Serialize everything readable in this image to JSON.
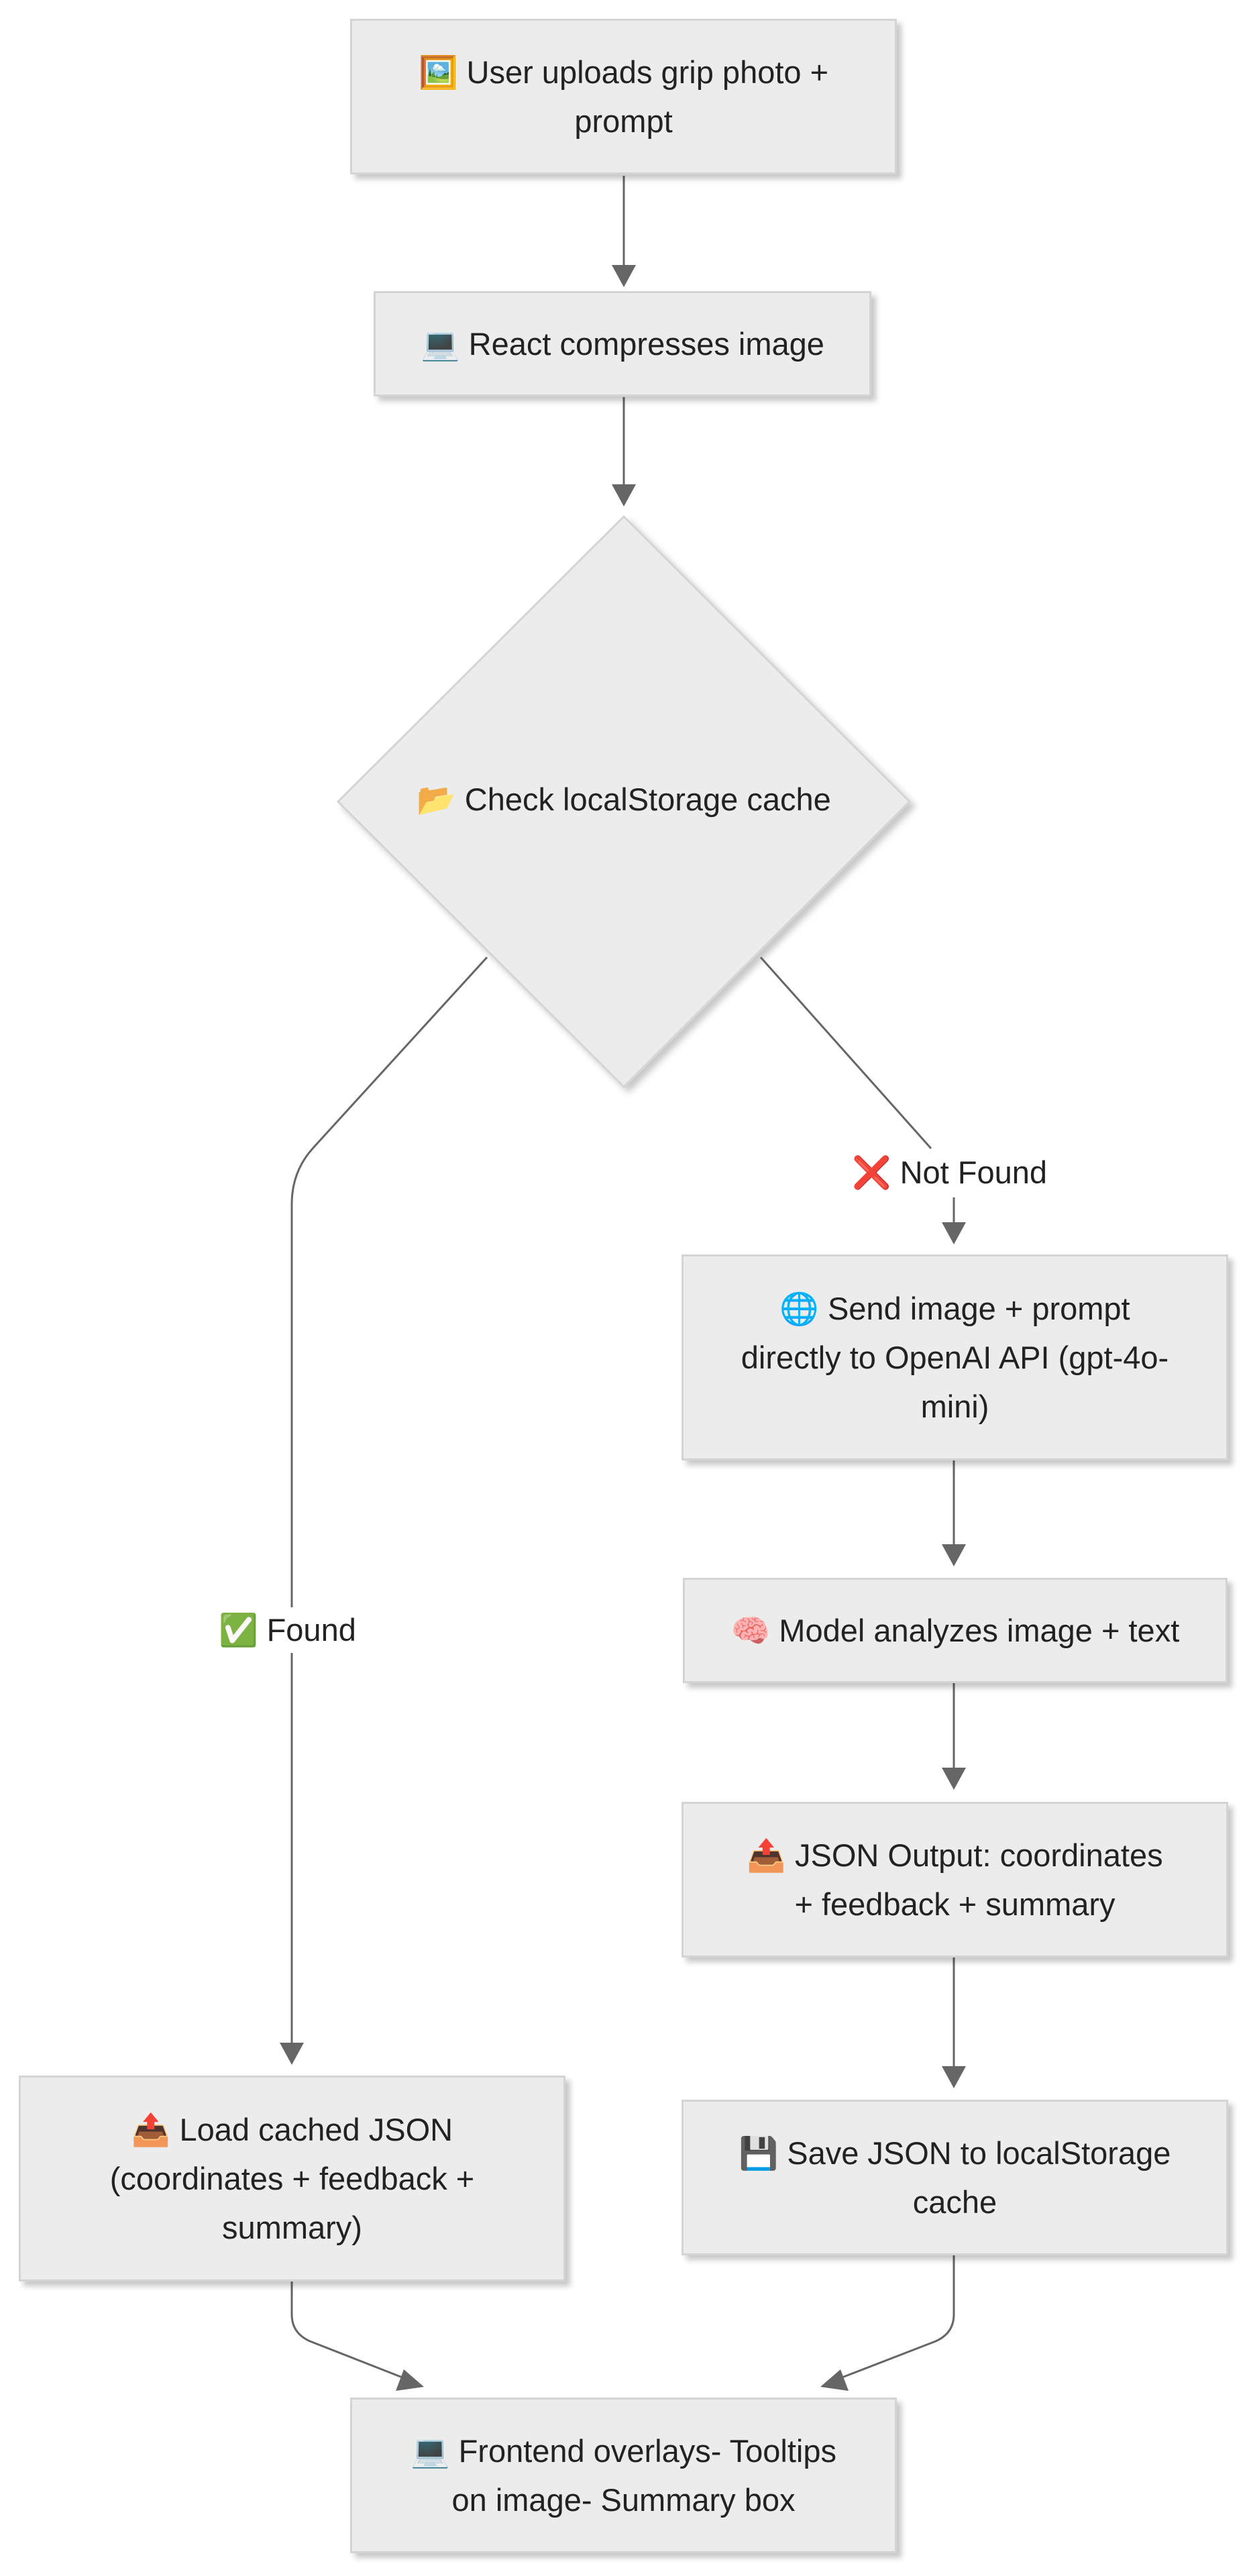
{
  "colors": {
    "node_fill": "#ececec",
    "node_border": "#d4d4d4",
    "edge": "#666666",
    "text": "#222222"
  },
  "nodes": {
    "upload": {
      "icon": "framed-picture-icon",
      "text": "🖼️ User uploads grip photo +\nprompt"
    },
    "compress": {
      "icon": "laptop-icon",
      "text": "💻 React compresses image"
    },
    "cache_check": {
      "icon": "open-folder-icon",
      "text": "📂 Check localStorage cache"
    },
    "send_api": {
      "icon": "globe-icon",
      "text": "🌐 Send image + prompt\ndirectly to OpenAI API (gpt-4o-\nmini)"
    },
    "analyze": {
      "icon": "brain-icon",
      "text": "🧠 Model analyzes image + text"
    },
    "json_output": {
      "icon": "outbox-tray-icon",
      "text": "📤 JSON Output: coordinates\n+ feedback + summary"
    },
    "load_cached": {
      "icon": "outbox-tray-icon",
      "text": "📤 Load cached JSON\n(coordinates + feedback +\nsummary)"
    },
    "save_json": {
      "icon": "floppy-disk-icon",
      "text": "💾 Save JSON to localStorage\ncache"
    },
    "frontend": {
      "icon": "laptop-icon",
      "text": "💻 Frontend overlays- Tooltips\non image- Summary box"
    }
  },
  "edge_labels": {
    "found": {
      "icon": "check-mark-icon",
      "text": "✅ Found"
    },
    "not_found": {
      "icon": "cross-mark-icon",
      "text": "❌ Not Found"
    }
  }
}
